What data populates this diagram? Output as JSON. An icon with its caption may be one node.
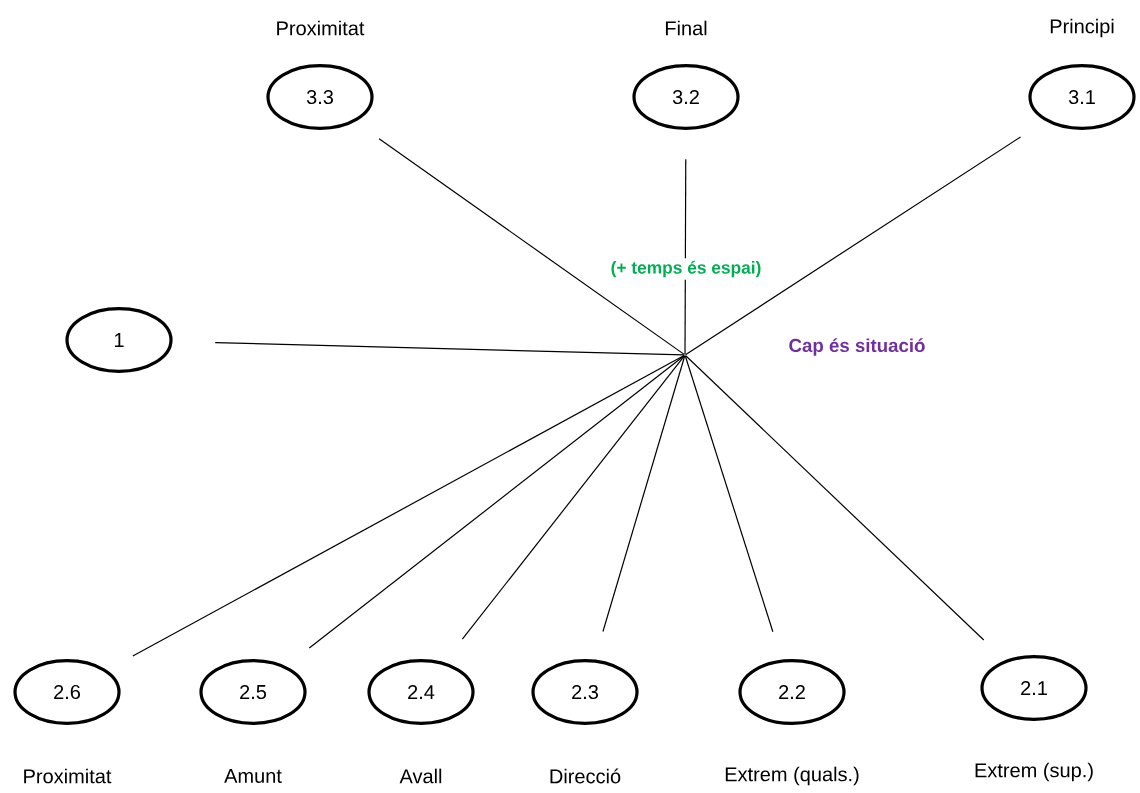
{
  "diagram": {
    "nodes": [
      {
        "text": [
          "3.3"
        ],
        "beside": [
          "Proximitat"
        ]
      },
      {
        "text": [
          "3.2"
        ],
        "beside": [
          "Final"
        ]
      },
      {
        "text": [
          "3.1"
        ],
        "beside": [
          "Principi"
        ]
      },
      {
        "text": [
          "1"
        ]
      },
      {
        "text": [],
        "shape": "point"
      },
      {
        "text": [
          "2.6"
        ],
        "beside": [
          "Proximitat"
        ]
      },
      {
        "text": [
          "2.5"
        ],
        "beside": [
          "Amunt"
        ]
      },
      {
        "text": [
          "2.4"
        ],
        "beside": [
          "Avall"
        ]
      },
      {
        "text": [
          "2.3"
        ],
        "beside": [
          "Direcció"
        ]
      },
      {
        "text": [
          "2.2"
        ],
        "beside": [
          "Extrem (quals.)"
        ]
      },
      {
        "text": [
          "2.1"
        ],
        "beside": [
          "Extrem (sup.)"
        ]
      }
    ],
    "edges": [
      {
        "from": 4,
        "to": 0,
        "arrow": "none"
      },
      {
        "from": 4,
        "to": 1,
        "arrow": "none",
        "label": "(+ temps és espai)"
      },
      {
        "from": 4,
        "to": 2,
        "arrow": "none"
      },
      {
        "from": 4,
        "to": 3,
        "arrow": "none"
      },
      {
        "from": 4,
        "to": 5,
        "arrow": "none"
      },
      {
        "from": 4,
        "to": 6,
        "arrow": "none"
      },
      {
        "from": 4,
        "to": 7,
        "arrow": "none"
      },
      {
        "from": 4,
        "to": 8,
        "arrow": "none"
      },
      {
        "from": 4,
        "to": 9,
        "arrow": "none"
      },
      {
        "from": 4,
        "to": 10,
        "arrow": "none"
      }
    ],
    "labels": [
      "Cap és situació"
    ]
  }
}
